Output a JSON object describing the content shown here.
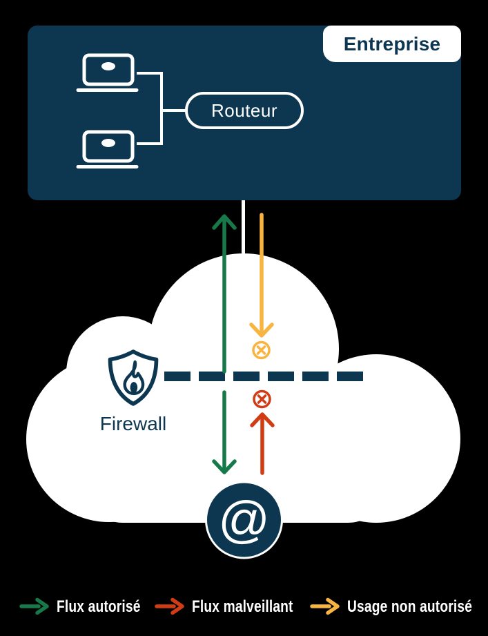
{
  "colors": {
    "background": "#000000",
    "navy": "#0d3750",
    "white": "#ffffff",
    "green": "#17794a",
    "red": "#d03c14",
    "orange": "#f8b440"
  },
  "enterprise": {
    "label": "Entreprise",
    "router_label": "Routeur"
  },
  "cloud": {
    "firewall_label": "Firewall",
    "internet_symbol": "@"
  },
  "legend": {
    "items": [
      {
        "label": "Flux autorisé",
        "color": "#17794a"
      },
      {
        "label": "Flux malveillant",
        "color": "#d03c14"
      },
      {
        "label": "Usage non autorisé",
        "color": "#f8b440"
      }
    ]
  }
}
